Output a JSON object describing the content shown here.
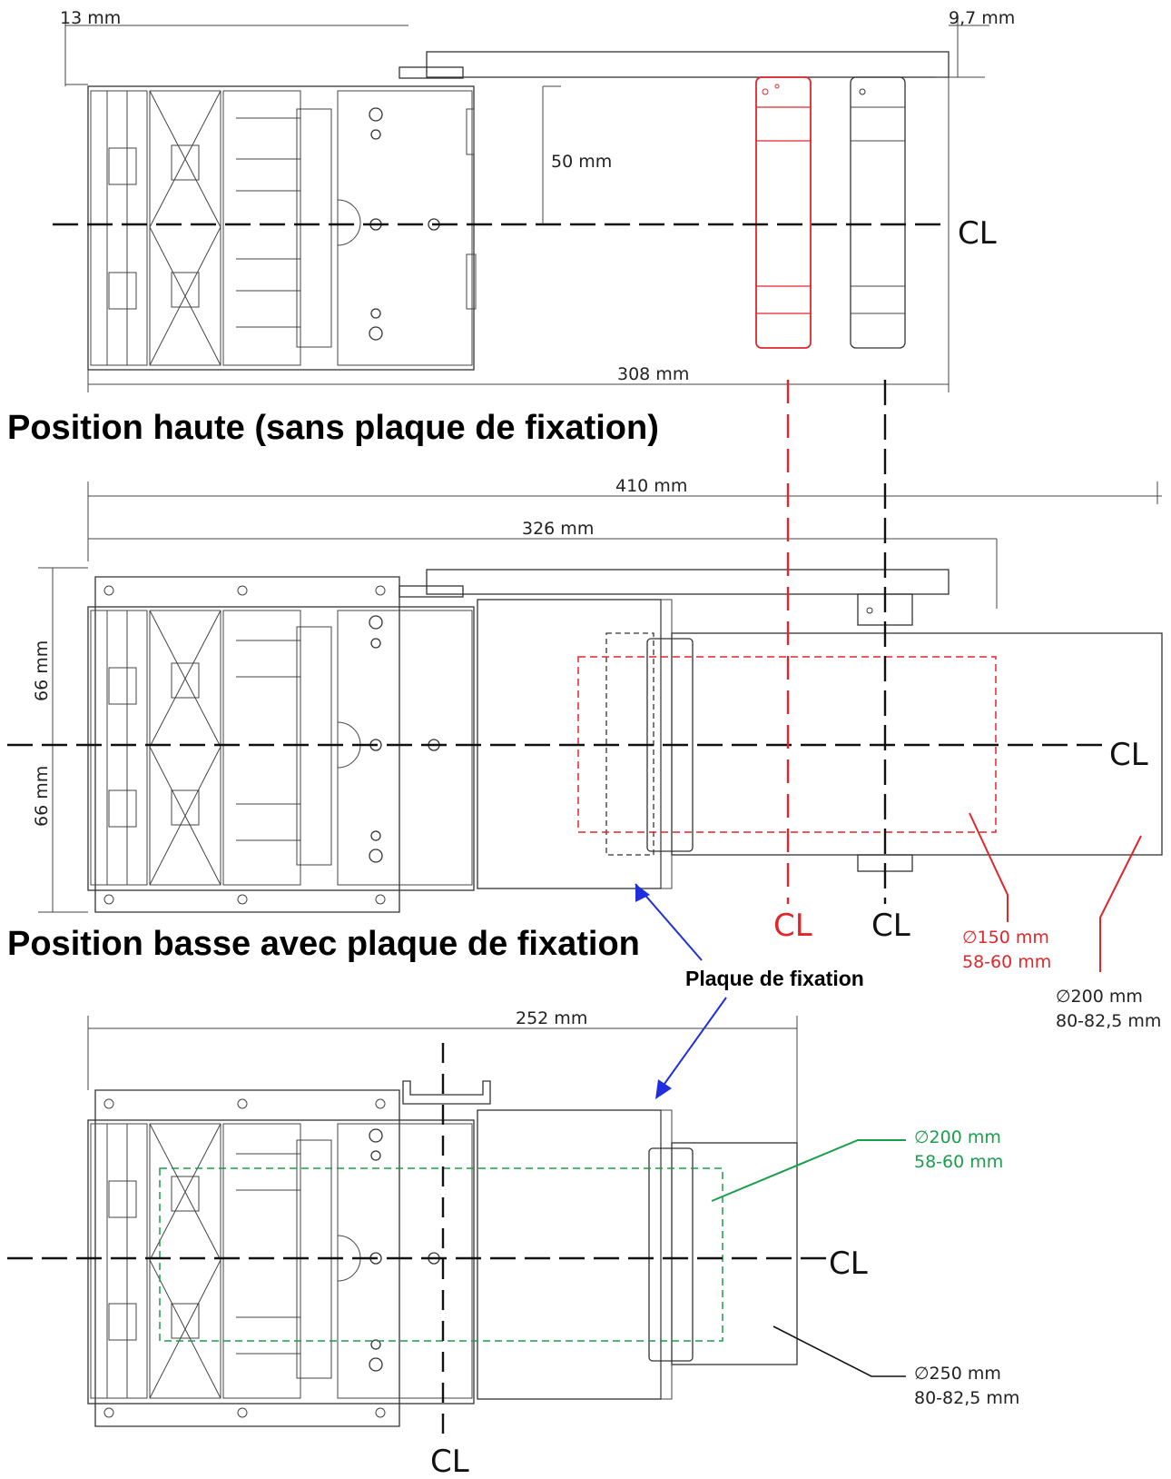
{
  "colors": {
    "line": "#333333",
    "red": "#e0262b",
    "green": "#1a9e4b",
    "blue": "#1f2fe0",
    "text": "#111111"
  },
  "section_titles": {
    "top": "Position haute (sans plaque de fixation)",
    "middle": "Position basse avec plaque de fixation"
  },
  "dimensions": {
    "top_left_offset": "13 mm",
    "top_right_offset": "9,7 mm",
    "top_vertical": "50 mm",
    "top_width": "308 mm",
    "mid_overall": "410 mm",
    "mid_plate": "326 mm",
    "mid_upper_half": "66 mm",
    "mid_lower_half": "66 mm",
    "bottom_width": "252 mm"
  },
  "callouts": {
    "plaque": "Plaque de fixation",
    "roll_red_diameter": "∅150 mm",
    "roll_red_width": "58-60 mm",
    "roll_black_diameter": "∅200 mm",
    "roll_black_width": "80-82,5 mm",
    "roll_green_diameter": "∅200 mm",
    "roll_green_width": "58-60 mm",
    "roll_bottom_diameter": "∅250 mm",
    "roll_bottom_width": "80-82,5 mm"
  },
  "centerline_symbol": "CL"
}
